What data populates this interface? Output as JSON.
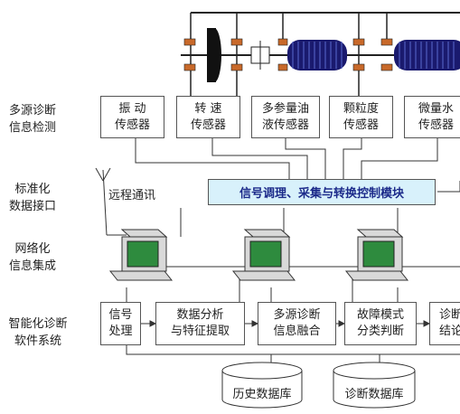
{
  "row_labels": [
    {
      "line1": "多源诊断",
      "line2": "信息检测"
    },
    {
      "line1": "标准化",
      "line2": "数据接口"
    },
    {
      "line1": "网络化",
      "line2": "信息集成"
    },
    {
      "line1": "智能化诊断",
      "line2": "软件系统"
    }
  ],
  "sensors": [
    {
      "line1": "振  动",
      "line2": "传感器"
    },
    {
      "line1": "转  速",
      "line2": "传感器"
    },
    {
      "line1": "多参量油",
      "line2": "液传感器"
    },
    {
      "line1": "颗粒度",
      "line2": "传感器"
    },
    {
      "line1": "微量水",
      "line2": "传感器"
    }
  ],
  "module_label": "信号调理、采集与转换控制模块",
  "remote_label": "远程通讯",
  "software": [
    {
      "line1": "信号",
      "line2": "处理"
    },
    {
      "line1": "数据分析",
      "line2": "与特征提取"
    },
    {
      "line1": "多源诊断",
      "line2": "信息融合"
    },
    {
      "line1": "故障模式",
      "line2": "分类判断"
    },
    {
      "line1": "诊断",
      "line2": "结论"
    }
  ],
  "databases": [
    "历史数据库",
    "诊断数据库"
  ],
  "colors": {
    "module_fill": "#d8f1fb",
    "module_text": "#1b2a8a",
    "bearing": "#c8692a",
    "coil": "#1a1a6e",
    "monitor": "#2e8b3e"
  }
}
